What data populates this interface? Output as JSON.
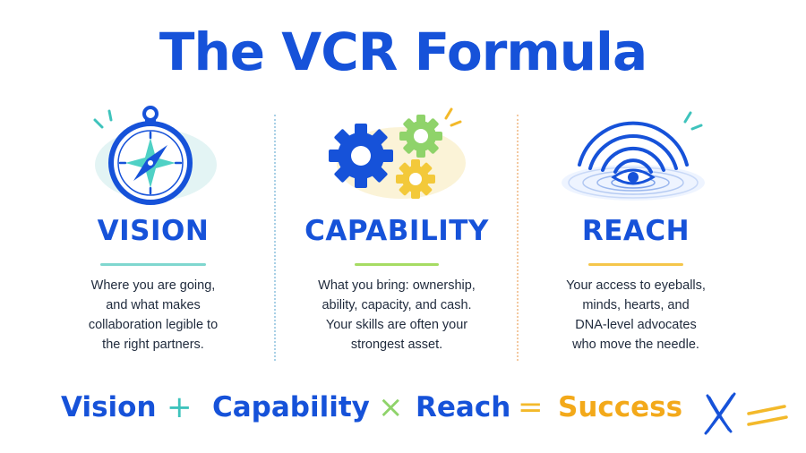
{
  "title": "The VCR Formula",
  "columns": [
    {
      "icon": "compass-icon",
      "heading": "VISION",
      "lines": [
        "Where you are going,",
        "and what makes",
        "collaboration legible to",
        "the right partners."
      ]
    },
    {
      "icon": "gears-icon",
      "heading": "CAPABILITY",
      "lines": [
        "What you bring: ownership,",
        "ability, capacity, and cash.",
        "Your skills are often your",
        "strongest asset."
      ]
    },
    {
      "icon": "signal-waves-icon",
      "heading": "REACH",
      "lines": [
        "Your access to eyeballs,",
        "minds, hearts, and",
        "DNA-level advocates",
        "who move the needle."
      ]
    }
  ],
  "formula": {
    "term1": "Vision",
    "op1": "+",
    "term2": "Capability",
    "op2": "×",
    "term3": "Reach",
    "op3": "=",
    "result": "Success"
  },
  "colors": {
    "primary_blue": "#1652d9",
    "teal": "#3ec3bc",
    "green": "#8fd36a",
    "yellow": "#f3b92a"
  }
}
